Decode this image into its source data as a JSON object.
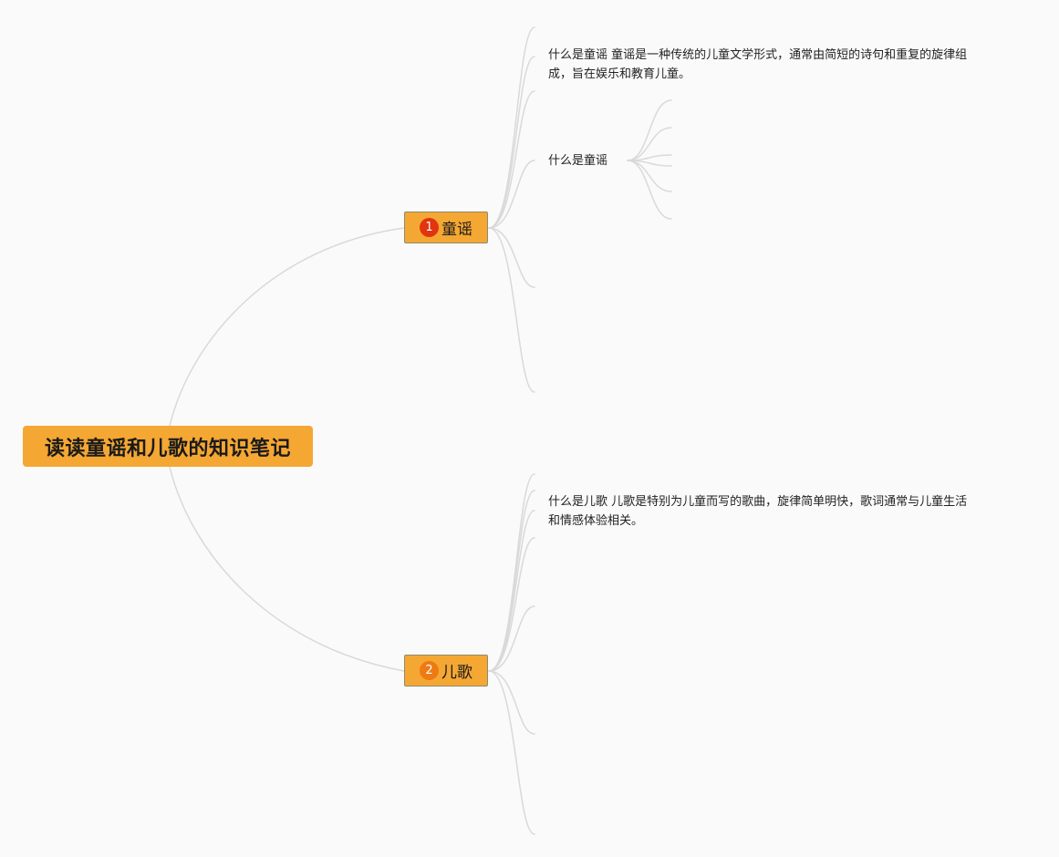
{
  "root": {
    "title": "读读童谣和儿歌的知识笔记"
  },
  "topics": [
    {
      "number": "1",
      "label": "童谣",
      "notes": [
        {
          "lines": [
            "什么是童谣 童谣是一种传统的儿童文学形式，通常由简短的诗句和重复的旋律组",
            "成，旨在娱乐和教育儿童。"
          ]
        },
        {
          "lines": [
            "什么是童谣"
          ]
        }
      ]
    },
    {
      "number": "2",
      "label": "儿歌",
      "notes": [
        {
          "lines": [
            "什么是儿歌 儿歌是特别为儿童而写的歌曲，旋律简单明快，歌词通常与儿童生活",
            "和情感体验相关。"
          ]
        }
      ]
    }
  ],
  "colors": {
    "background": "#fafafa",
    "node_fill": "#f5a733",
    "link": "#d9d9d9",
    "badge_1": "#e1340f",
    "badge_2": "#ee7a13"
  }
}
